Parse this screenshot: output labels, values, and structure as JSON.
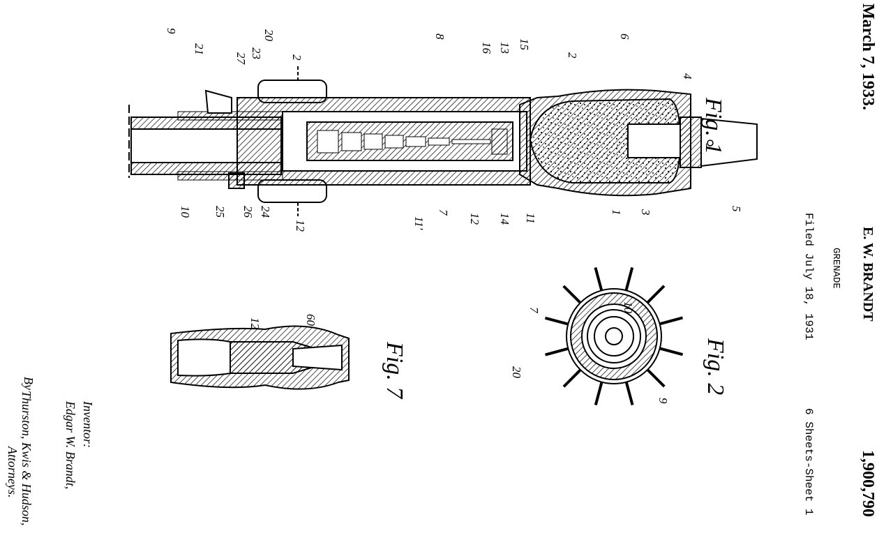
{
  "header": {
    "date": "March 7, 1933.",
    "inventor_name": "E. W. BRANDT",
    "title": "GRENADE",
    "filed": "Filed July 18, 1931",
    "patent_number": "1,900,790",
    "sheets": "6 Sheets-Sheet 1"
  },
  "figures": {
    "fig1": "Fig. 1",
    "fig2": "Fig. 2",
    "fig7": "Fig. 7"
  },
  "fig1_labels": [
    "9",
    "21",
    "27",
    "23",
    "20",
    "2",
    "8",
    "16",
    "13",
    "15",
    "2",
    "6",
    "4",
    "3",
    "1",
    "5",
    "11",
    "14",
    "12",
    "7",
    "11'",
    "12",
    "24",
    "26",
    "25",
    "10"
  ],
  "fig2_labels": [
    "7",
    "10",
    "20",
    "9"
  ],
  "fig7_labels": [
    "12",
    "60"
  ],
  "signature": {
    "inventor_line": "Inventor:",
    "inventor": "Edgar W. Brandt,",
    "by": "By",
    "attorneys": "Thurston, Kwis & Hudson,",
    "attorneys_line": "Attorneys."
  }
}
